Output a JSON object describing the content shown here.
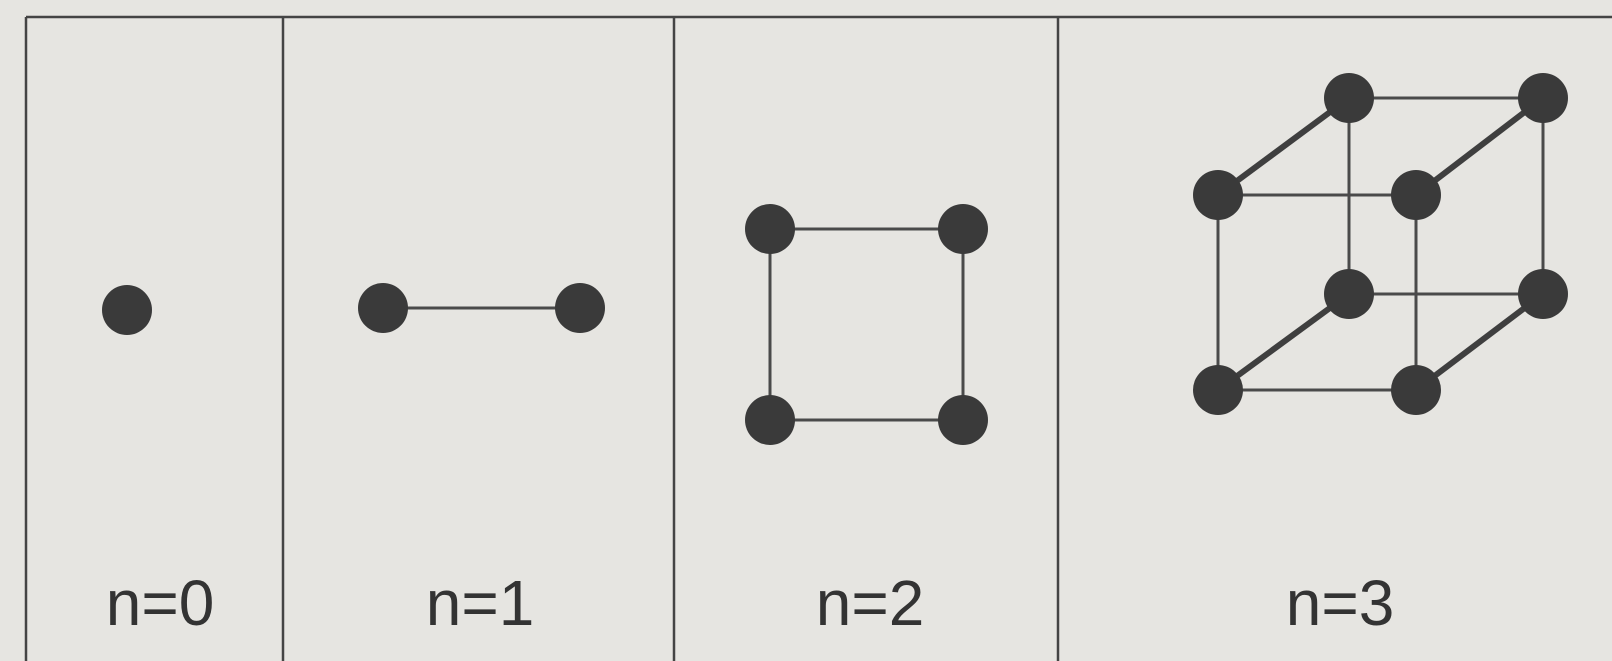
{
  "panels": [
    {
      "label": "n=0",
      "dimension": 0,
      "node_count": 1,
      "edge_count": 0
    },
    {
      "label": "n=1",
      "dimension": 1,
      "node_count": 2,
      "edge_count": 1
    },
    {
      "label": "n=2",
      "dimension": 2,
      "node_count": 4,
      "edge_count": 4
    },
    {
      "label": "n=3",
      "dimension": 3,
      "node_count": 8,
      "edge_count": 12
    }
  ],
  "colors": {
    "background": "#e6e5e1",
    "node": "#3a3a3a",
    "edge": "#4a4a4a",
    "text": "#333333"
  }
}
